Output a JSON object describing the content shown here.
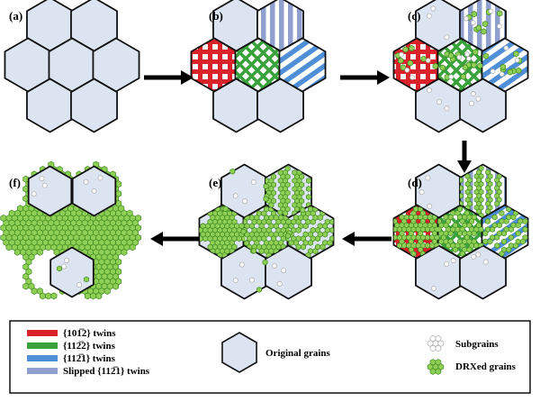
{
  "panels": [
    {
      "id": "a",
      "label": "(a)"
    },
    {
      "id": "b",
      "label": "(b)"
    },
    {
      "id": "c",
      "label": "(c)"
    },
    {
      "id": "d",
      "label": "(d)"
    },
    {
      "id": "e",
      "label": "(e)"
    },
    {
      "id": "f",
      "label": "(f)"
    }
  ],
  "legend": {
    "twin_1012": "{101̅2} twins",
    "twin_1122": "{112̅2} twins",
    "twin_1121": "{112̅1} twins",
    "twin_slipped": "Slipped {112̅1} twins",
    "original_grains": "Original grains",
    "subgrains": "Subgrains",
    "drx_grains": "DRXed grains"
  },
  "colors": {
    "grain_fill": "#dce3f1",
    "red_twin": "#d9222a",
    "green_twin": "#3aa23a",
    "blue_twin": "#4f8fd8",
    "slipped_twin": "#8fa0cf",
    "drx_fill": "#8fcf55",
    "drx_stroke": "#3f8a22",
    "subgrain_stroke": "#b4b4b4"
  }
}
